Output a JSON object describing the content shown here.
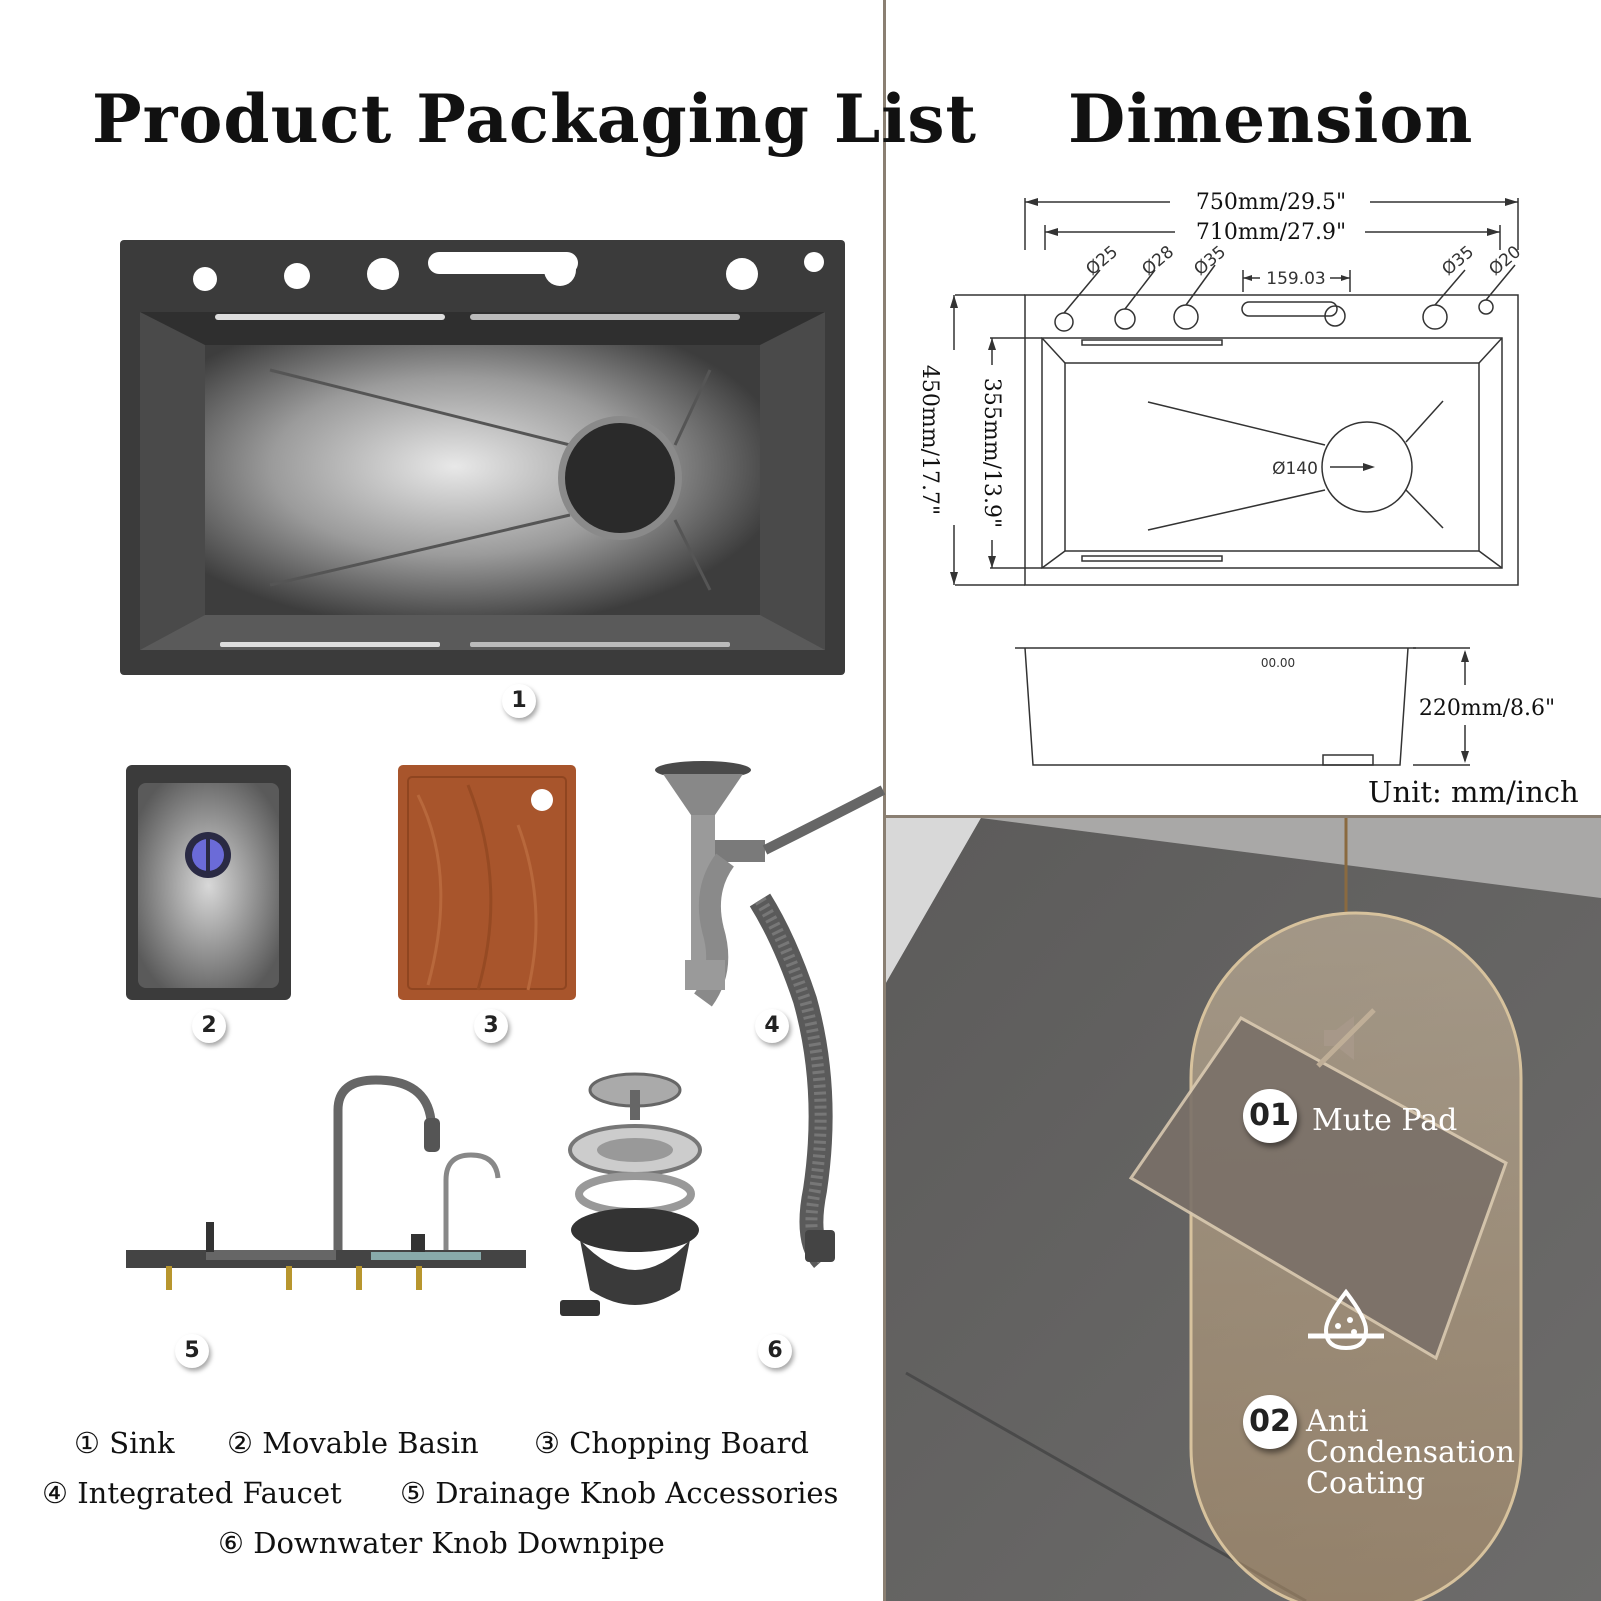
{
  "left_panel": {
    "title": "Product Packaging List",
    "items": [
      {
        "number": "1"
      },
      {
        "number": "2"
      },
      {
        "number": "3"
      },
      {
        "number": "4"
      },
      {
        "number": "5"
      },
      {
        "number": "6"
      }
    ],
    "legend": [
      "① Sink",
      "② Movable Basin",
      "③ Chopping Board",
      "④ Integrated Faucet",
      "⑤ Drainage Knob Accessories",
      "⑥ Downwater Knob Downpipe"
    ]
  },
  "dimension_panel": {
    "title": "Dimension",
    "overall_width": "750mm/29.5\"",
    "inner_width": "710mm/27.9\"",
    "holes": [
      "Ø25",
      "Ø28",
      "Ø35",
      "Ø35",
      "Ø20"
    ],
    "slot_width": "159.03",
    "drain": "Ø140",
    "overall_depth": "450mm/17.7\"",
    "inner_depth": "355mm/13.9\"",
    "height": "220mm/8.6\"",
    "side_mark": "00.00",
    "unit": "Unit: mm/inch"
  },
  "features_panel": {
    "features": [
      {
        "number": "01",
        "label_lines": [
          "Mute Pad"
        ]
      },
      {
        "number": "02",
        "label_lines": [
          "Anti",
          "Condensation",
          "Coating"
        ]
      }
    ],
    "icons": [
      "mute-icon",
      "condensation-icon"
    ]
  },
  "colors": {
    "divider": "#8a7f72",
    "sink_dark": "#3a3a3a",
    "board_wood": "#a8552c",
    "feature_capsule": "#c8ab84"
  }
}
